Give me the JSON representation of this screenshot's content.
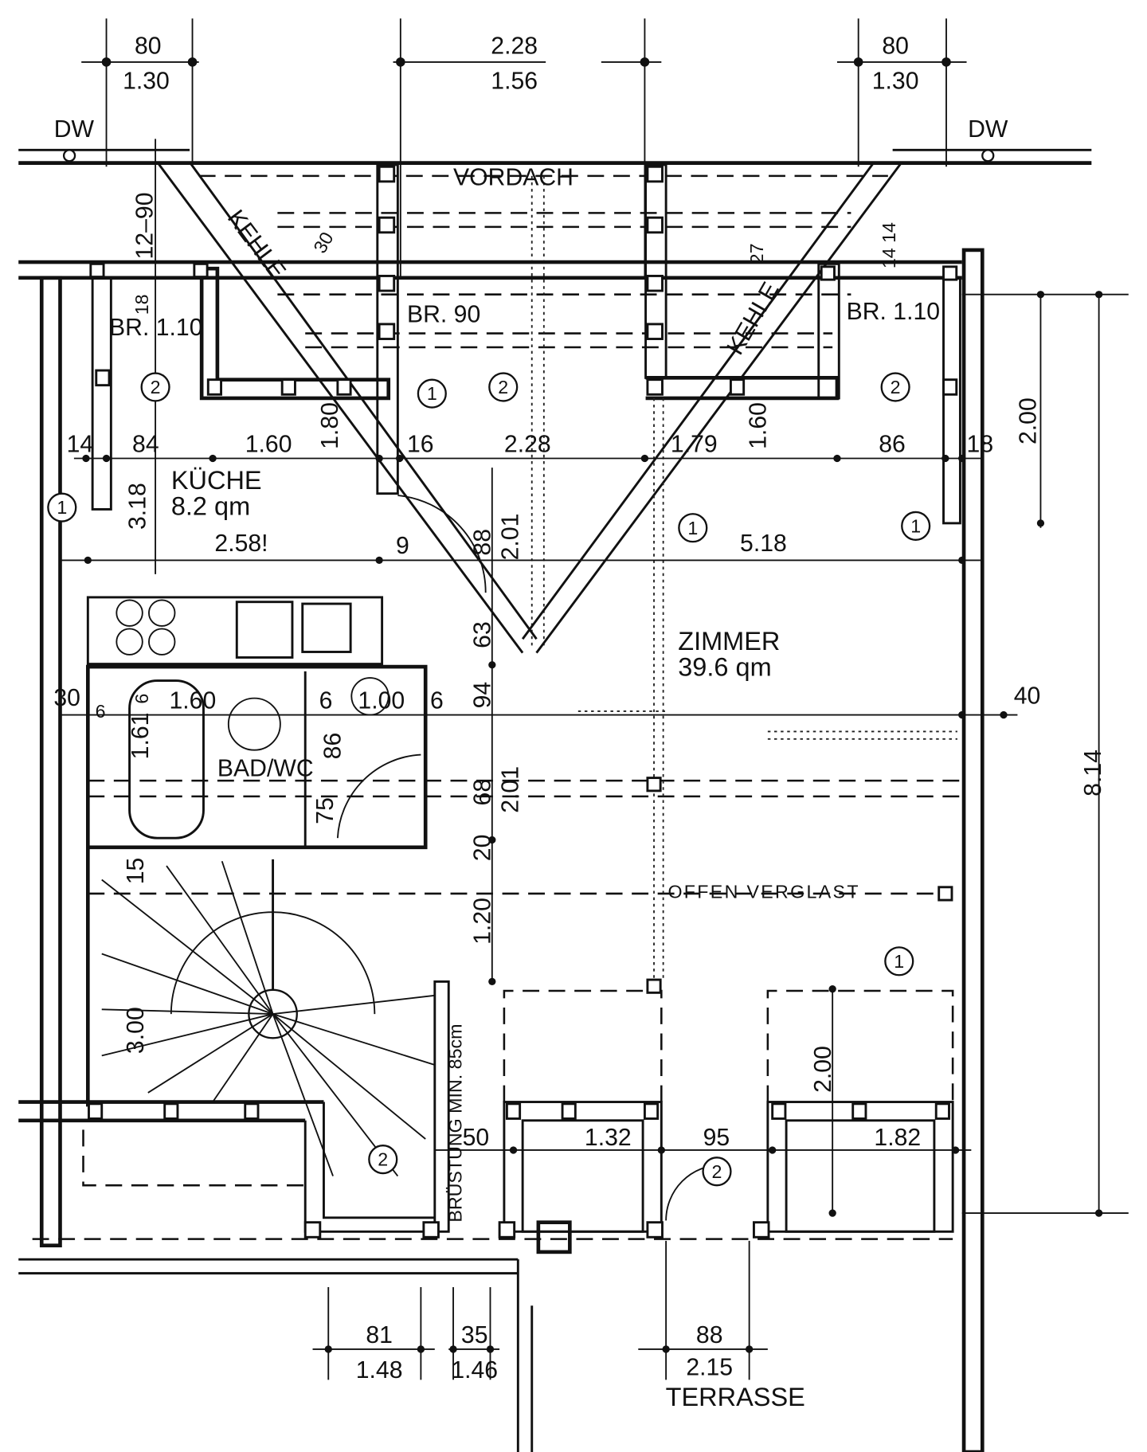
{
  "plan": {
    "rooms": {
      "kitchen": "KÜCHE",
      "kitchen_area": "8.2 qm",
      "room": "ZIMMER",
      "room_area": "39.6 qm",
      "bath": "BAD/WC",
      "terrace": "TERRASSE",
      "canopy": "VORDACH",
      "open_glazed": "OFFEN  VERGLAST",
      "parapet": "BRÜSTUNG MIN. 85cm"
    },
    "markers": {
      "dw": "DW",
      "valley": "KEHLE",
      "sill_110": "BR. 1.10",
      "sill_90": "BR. 90",
      "one": "1",
      "two": "2"
    },
    "dims": {
      "top_left_a": "80",
      "top_left_b": "1.30",
      "top_mid_a": "2.28",
      "top_mid_b": "1.56",
      "top_right_a": "80",
      "top_right_b": "1.30",
      "d12_90": "12–90",
      "d30": "30",
      "d27": "27",
      "d1414": "14 14",
      "d18a": "18",
      "d14": "14",
      "d84": "84",
      "d160a": "1.60",
      "d180": "1.80",
      "d16": "16",
      "d228": "2.28",
      "d179": "1.79",
      "d160b": "1.60",
      "d86": "86",
      "d18b": "18",
      "d200a": "2.00",
      "d318": "3.18",
      "d258": "2.58!",
      "d9": "9",
      "d88": "88",
      "d201a": "2.01",
      "d518": "5.18",
      "d63": "63",
      "d94": "94",
      "d40": "40",
      "d814": "8.14",
      "d30b": "30",
      "d6a": "6",
      "d6b": "6",
      "d160c": "1.60",
      "d6c": "6",
      "d100": "1.00",
      "d6d": "6",
      "d161": "1.61",
      "d86b": "86",
      "d75": "75",
      "d68": "68",
      "d201b": "2.01",
      "d20": "20",
      "d15": "15",
      "d120": "1.20",
      "d300": "3.00",
      "d200b": "2.00",
      "d50": "50",
      "d132": "1.32",
      "d95": "95",
      "d182": "1.82",
      "bot_a1": "81",
      "bot_a2": "1.48",
      "bot_b1": "35",
      "bot_b2": "1.46",
      "bot_c1": "88",
      "bot_c2": "2.15"
    }
  }
}
